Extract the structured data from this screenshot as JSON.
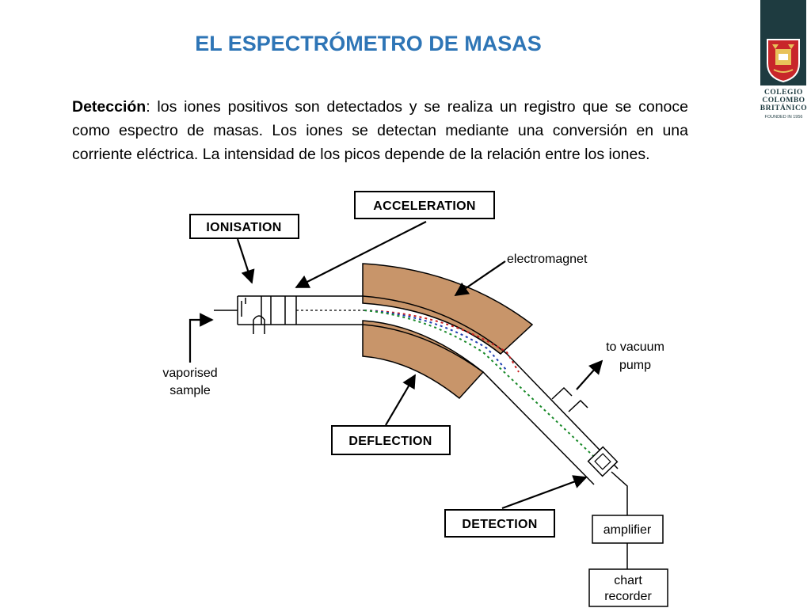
{
  "slide": {
    "title": "EL ESPECTRÓMETRO DE MASAS",
    "paragraph_lead": "Detección",
    "paragraph_body": ": los iones positivos son detectados y se realiza un registro que se conoce como espectro de masas. Los iones se detectan mediante una conversión en una corriente eléctrica. La intensidad de los picos depende de la relación entre los iones."
  },
  "logo": {
    "line1": "COLEGIO",
    "line2": "COLOMBO",
    "line3": "BRITÁNICO",
    "founded": "FOUNDED IN 1956"
  },
  "diagram": {
    "labels": {
      "ionisation": "IONISATION",
      "acceleration": "ACCELERATION",
      "deflection": "DEFLECTION",
      "detection": "DETECTION",
      "electromagnet": "electromagnet",
      "vacuum_line1": "to vacuum",
      "vacuum_line2": "pump",
      "sample_line1": "vaporised",
      "sample_line2": "sample",
      "amplifier": "amplifier",
      "recorder_line1": "chart",
      "recorder_line2": "recorder"
    },
    "colors": {
      "magnet": "#c8956a",
      "beam_blue": "#1f3fb0",
      "beam_red": "#c81e1e",
      "beam_green": "#1a8a2a"
    }
  }
}
